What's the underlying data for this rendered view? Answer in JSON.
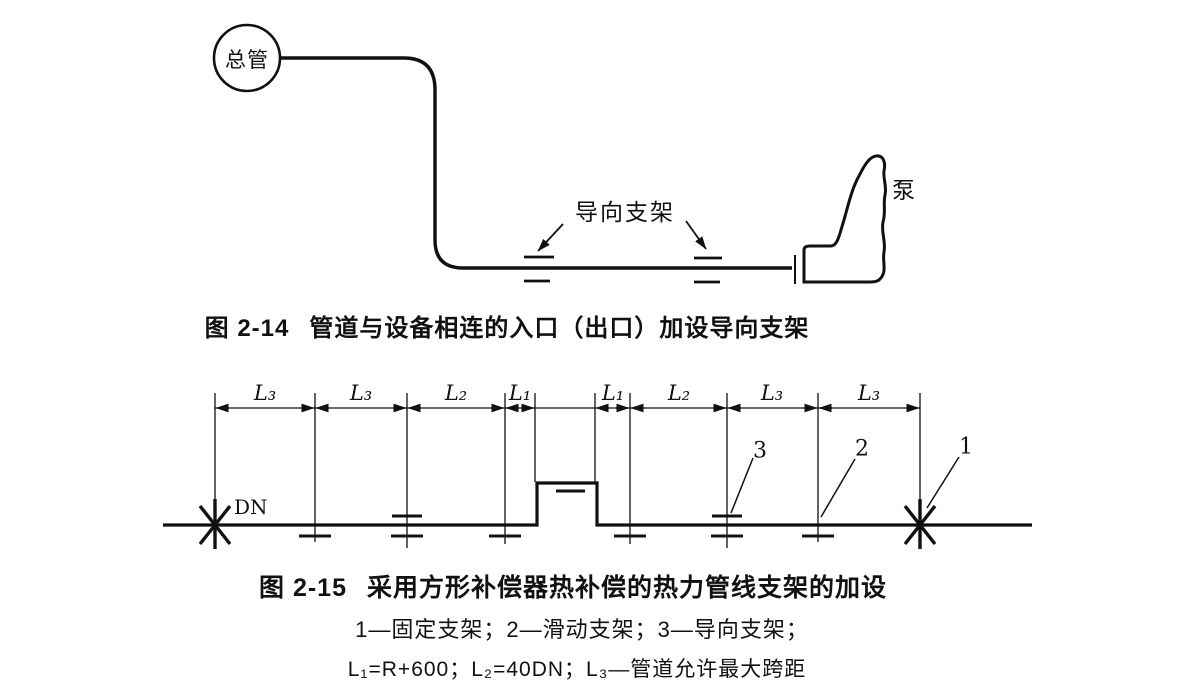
{
  "figure_2_14": {
    "source_label": "总管",
    "guide_support_label": "导向支架",
    "pump_label": "泵",
    "caption_label": "图 2-14",
    "caption_title": "管道与设备相连的入口（出口）加设导向支架"
  },
  "figure_2_15": {
    "dimension_labels": [
      "L₃",
      "L₃",
      "L₂",
      "L₁",
      "L₁",
      "L₂",
      "L₃",
      "L₃"
    ],
    "pipe_label": "DN",
    "callouts": {
      "guide": "3",
      "sliding": "2",
      "fixed": "1"
    },
    "caption_label": "图 2-15",
    "caption_title": "采用方形补偿器热补偿的热力管线支架的加设",
    "legend_supports": "1—固定支架；2—滑动支架；3—导向支架；",
    "legend_formulas": "L₁=R+600；L₂=40DN；L₃—管道允许最大跨距"
  },
  "colors": {
    "ink": "#111111",
    "background": "#ffffff"
  }
}
